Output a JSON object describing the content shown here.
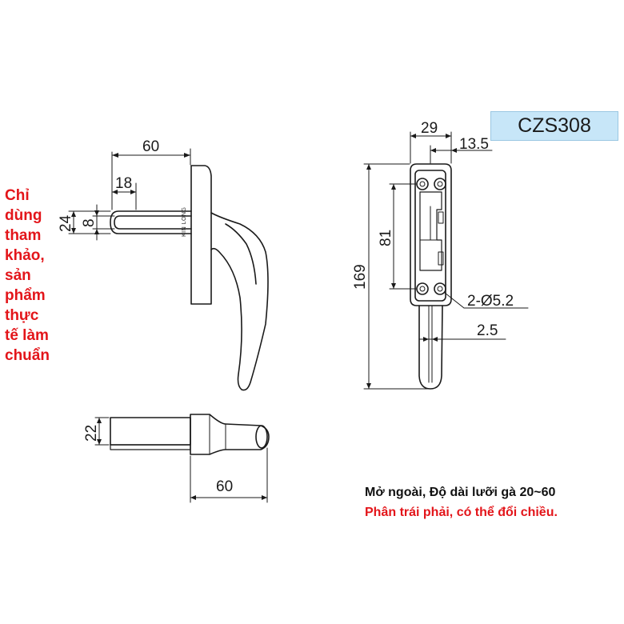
{
  "product_code": "CZS308",
  "note_left_lines": [
    "Chỉ",
    "dùng",
    "tham",
    "khảo,",
    "sản",
    "phẩm",
    "thực",
    "tế làm",
    "chuẩn"
  ],
  "note_bottom_line1": "Mở ngoài, Độ dài lưỡi gà 20~60",
  "note_bottom_line2": "Phân trái phải, có thể đổi chiều.",
  "handle_stamp": "KIN LONG",
  "dimensions": {
    "front_width": "60",
    "front_tongue_length": "18",
    "front_tongue_outer": "24",
    "front_tongue_inner": "8",
    "side_base_width": "29",
    "side_offset": "13.5",
    "side_total_height": "169",
    "side_hole_spacing": "81",
    "side_holes": "2-Ø5.2",
    "side_tip": "2.5",
    "bottom_height": "22",
    "bottom_length": "60"
  },
  "colors": {
    "line": "#1a1a1a",
    "note_red": "#e3151a",
    "badge_fill": "#c7e6f8"
  }
}
